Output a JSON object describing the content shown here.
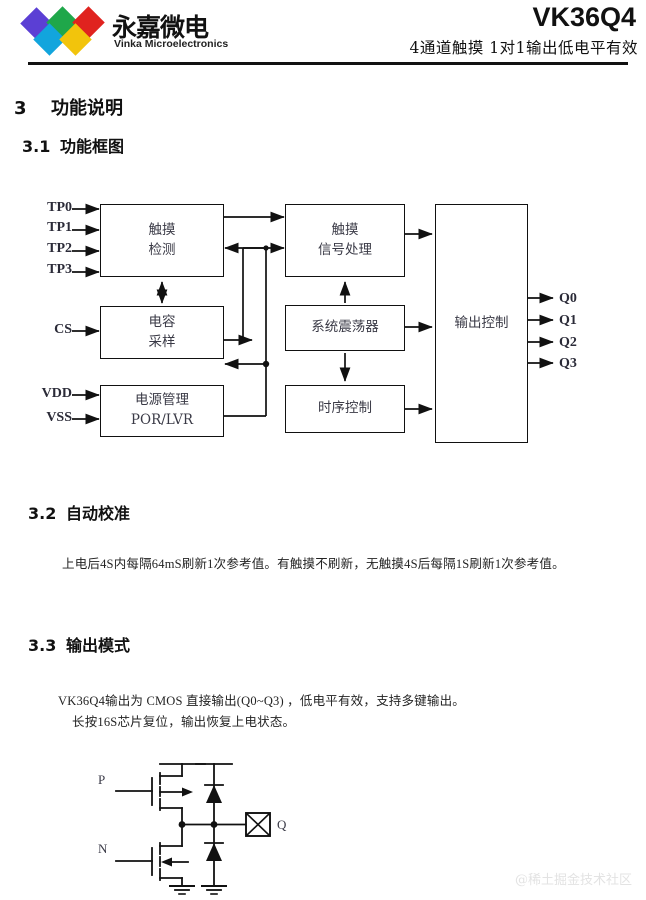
{
  "header": {
    "logo_cn": "永嘉微电",
    "logo_en": "Vinka Microelectronics",
    "part_number": "VK36Q4",
    "subtitle": "4通道触摸 1对1输出低电平有效",
    "logo_colors": {
      "purple": "#5b3fd4",
      "green": "#1fa74a",
      "red": "#e0231f",
      "cyan": "#12a5dd",
      "yellow": "#f2c40c"
    }
  },
  "sections": {
    "s3": {
      "number": "3",
      "title": "功能说明"
    },
    "s31": {
      "number": "3.1",
      "title": "功能框图"
    },
    "s32": {
      "number": "3.2",
      "title": "自动校准",
      "body": "上电后4S内每隔64mS刷新1次参考值。有触摸不刷新，无触摸4S后每隔1S刷新1次参考值。"
    },
    "s33": {
      "number": "3.3",
      "title": "输出模式",
      "body_line1": "VK36Q4输出为 CMOS 直接输出(Q0~Q3) ，低电平有效，支持多键输出。",
      "body_line2": "长按16S芯片复位，输出恢复上电状态。"
    }
  },
  "block_diagram": {
    "inputs": [
      "TP0",
      "TP1",
      "TP2",
      "TP3"
    ],
    "input_cs": "CS",
    "input_power": [
      "VDD",
      "VSS"
    ],
    "blocks": {
      "touch_detect": {
        "line1": "触摸",
        "line2": "检测"
      },
      "cap_sample": {
        "line1": "电容",
        "line2": "采样"
      },
      "power_mgmt": {
        "line1": "电源管理",
        "line2": "POR/LVR"
      },
      "signal_proc": {
        "line1": "触摸",
        "line2": "信号处理"
      },
      "oscillator": {
        "line1": "系统震荡器"
      },
      "timing_ctrl": {
        "line1": "时序控制"
      },
      "output_ctrl": {
        "line1": "输出控制"
      }
    },
    "outputs": [
      "Q0",
      "Q1",
      "Q2",
      "Q3"
    ]
  },
  "output_schematic": {
    "pmos_label": "P",
    "nmos_label": "N",
    "pad_label": "Q"
  },
  "watermark": "@稀土掘金技术社区"
}
